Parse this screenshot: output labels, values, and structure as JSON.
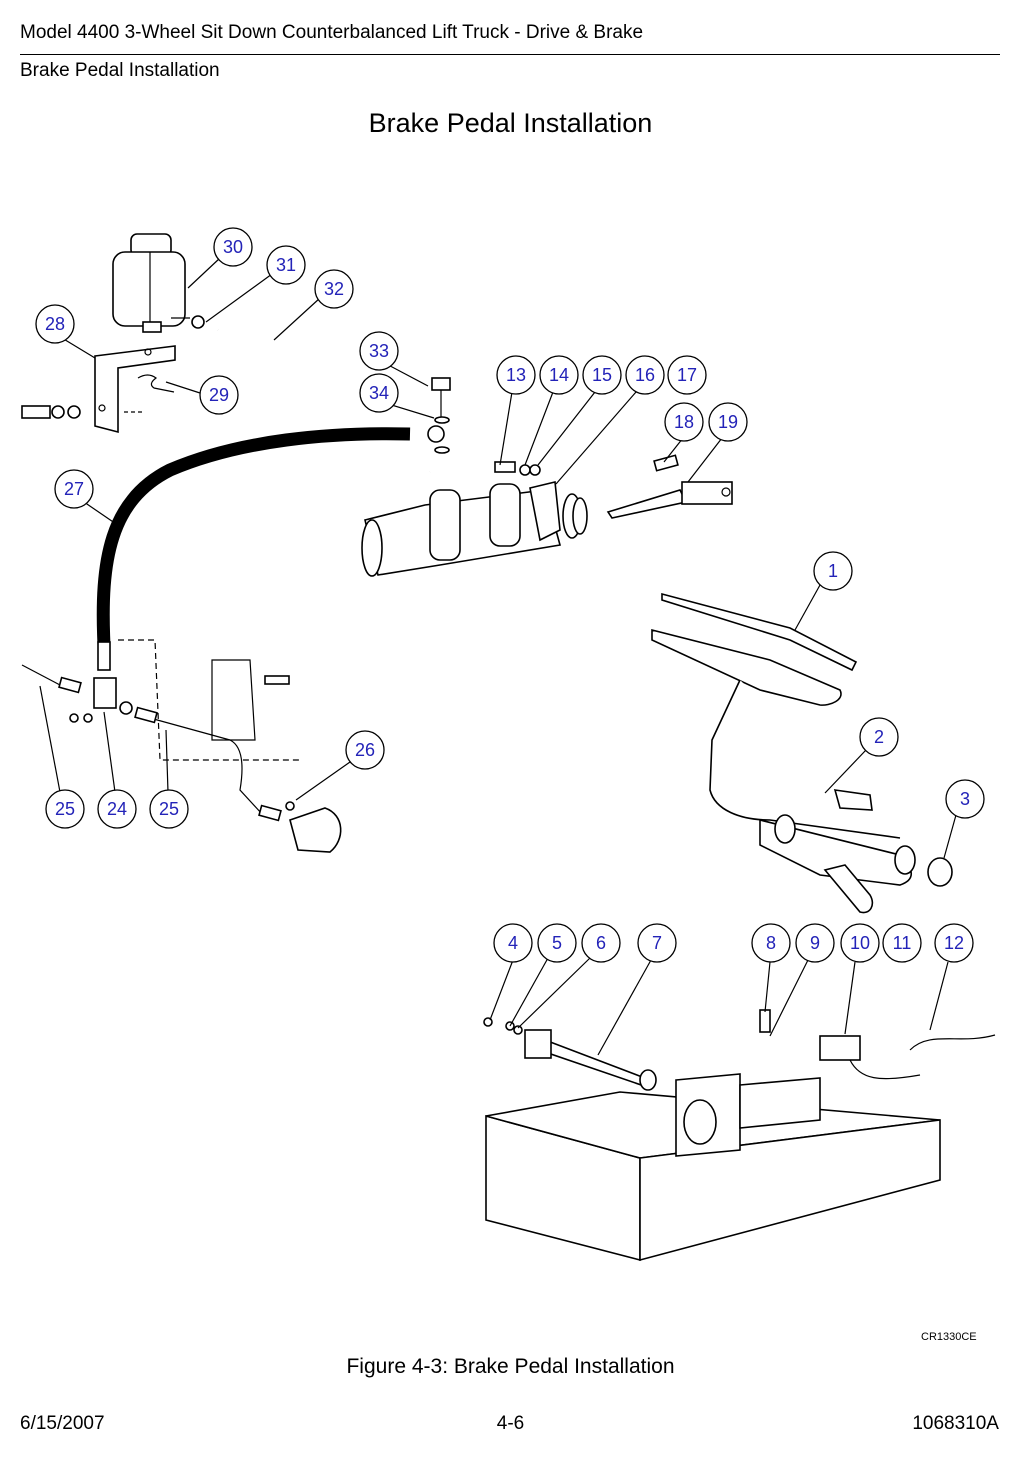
{
  "header": {
    "title": "Model 4400 3-Wheel Sit Down Counterbalanced Lift Truck - Drive & Brake",
    "section": "Brake Pedal Installation"
  },
  "page_heading": "Brake Pedal Installation",
  "figure": {
    "drawing_code": "CR1330CE",
    "caption": "Figure 4-3:  Brake Pedal Installation",
    "callouts": [
      "1",
      "2",
      "3",
      "4",
      "5",
      "6",
      "7",
      "8",
      "9",
      "10",
      "11",
      "12",
      "13",
      "14",
      "15",
      "16",
      "17",
      "18",
      "19",
      "24",
      "25",
      "25",
      "26",
      "27",
      "28",
      "29",
      "30",
      "31",
      "32",
      "33",
      "34"
    ]
  },
  "footer": {
    "date": "6/15/2007",
    "page": "4-6",
    "doc_number": "1068310A"
  }
}
